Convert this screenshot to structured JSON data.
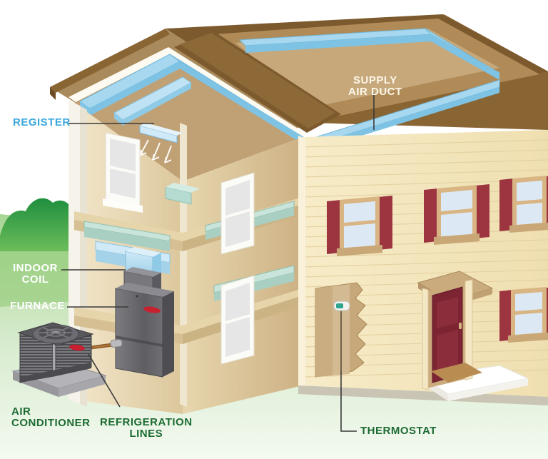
{
  "diagram": {
    "title": "Central HVAC System Cutaway Illustration",
    "subject": "two-story house cutaway showing forced-air heating and cooling system"
  },
  "labels": {
    "register": "REGISTER",
    "supply_air_duct": "SUPPLY\nAIR DUCT",
    "indoor_coil": "INDOOR\nCOIL",
    "furnace": "FURNACE",
    "air_conditioner": "AIR\nCONDITIONER",
    "refrigeration_lines": "REFRIGERATION\nLINES",
    "thermostat": "THERMOSTAT"
  },
  "colors": {
    "label_blue": "#3aa7dd",
    "label_white": "#ffffff",
    "label_cream": "#fdf6e8",
    "label_green": "#1d6b33",
    "roof_dark": "#8a6534",
    "roof_light": "#a98a5c",
    "attic_floor": "#c6a87b",
    "duct_blue": "#a8d8ef",
    "duct_blue_dark": "#7fc3e4",
    "duct_teal": "#b9d9cf",
    "siding": "#f5e7bf",
    "siding_line": "#e3cf9f",
    "interior_wall": "#efe2c4",
    "interior_wall_dim": "#e0cda4",
    "shutter_red": "#9c3540",
    "window_glass": "#dce9f5",
    "trim_tan": "#d9b584",
    "door_red": "#7d2433",
    "lawn_top": "#b9dca8",
    "lawn_bottom": "#eef7ea",
    "tree_dark": "#1f8f3e",
    "tree_mid": "#4fae4a",
    "unit_grey": "#6e6e72",
    "unit_grey_dark": "#4a4a4e",
    "pad_grey": "#9a9a9e",
    "logo_red": "#c8202e",
    "line_black": "#3a3a3a",
    "walkway": "#ffffff"
  },
  "components": [
    {
      "name": "register",
      "description": "ceiling supply register with three airflow arrows"
    },
    {
      "name": "supply-air-duct",
      "description": "light blue ductwork running through attic"
    },
    {
      "name": "indoor-coil",
      "description": "evaporator coil above furnace"
    },
    {
      "name": "furnace",
      "description": "grey furnace cabinet in utility closet"
    },
    {
      "name": "air-conditioner",
      "description": "outdoor condenser unit on concrete pad"
    },
    {
      "name": "refrigeration-lines",
      "description": "insulated copper lines from condenser to indoor coil"
    },
    {
      "name": "thermostat",
      "description": "wall-mounted thermostat on main floor"
    }
  ]
}
